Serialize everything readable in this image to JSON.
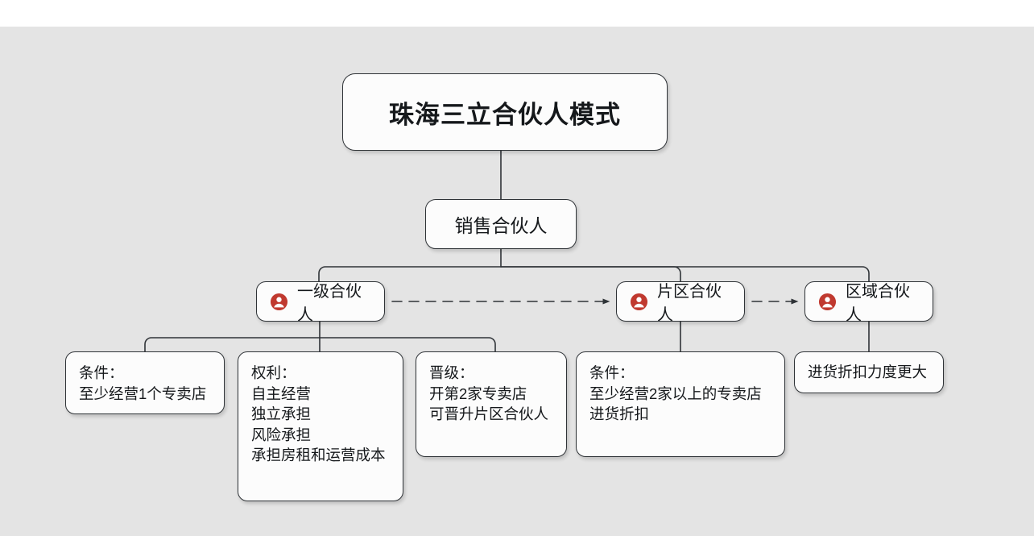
{
  "canvas": {
    "background_color": "#e4e4e4",
    "page_background_color": "#ffffff",
    "node_fill_color": "#fcfcfc",
    "node_border_color": "#2f3337",
    "icon_color": "#c0392f"
  },
  "diagram": {
    "type": "org-chart",
    "root": {
      "id": "root",
      "label": "珠海三立合伙人模式"
    },
    "level2": {
      "id": "sales-partner",
      "label": "销售合伙人"
    },
    "tiers": [
      {
        "id": "tier-1",
        "label": "一级合伙人",
        "icon": "person-circle-icon"
      },
      {
        "id": "tier-2",
        "label": "片区合伙人",
        "icon": "person-circle-icon"
      },
      {
        "id": "tier-3",
        "label": "区域合伙人",
        "icon": "person-circle-icon"
      }
    ],
    "leaves": [
      {
        "id": "condition-1",
        "parent": "tier-1",
        "label": "条件：\n至少经营1个专卖店"
      },
      {
        "id": "rights",
        "parent": "tier-1",
        "label": "权利：\n自主经营\n独立承担\n风险承担\n承担房租和运营成本"
      },
      {
        "id": "promotion",
        "parent": "tier-1",
        "label": "晋级：\n开第2家专卖店\n可晋升片区合伙人"
      },
      {
        "id": "condition-2",
        "parent": "tier-2",
        "label": "条件：\n至少经营2家以上的专卖店\n进货折扣"
      },
      {
        "id": "discount",
        "parent": "tier-3",
        "label": "进货折扣力度更大"
      }
    ],
    "dashed_arrows": [
      {
        "id": "arrow-tier1-to-tier2",
        "from": "tier-1",
        "to": "tier-2",
        "style": "dashed",
        "direction": "right"
      },
      {
        "id": "arrow-tier2-to-tier3",
        "from": "tier-2",
        "to": "tier-3",
        "style": "dashed",
        "direction": "right"
      }
    ]
  }
}
